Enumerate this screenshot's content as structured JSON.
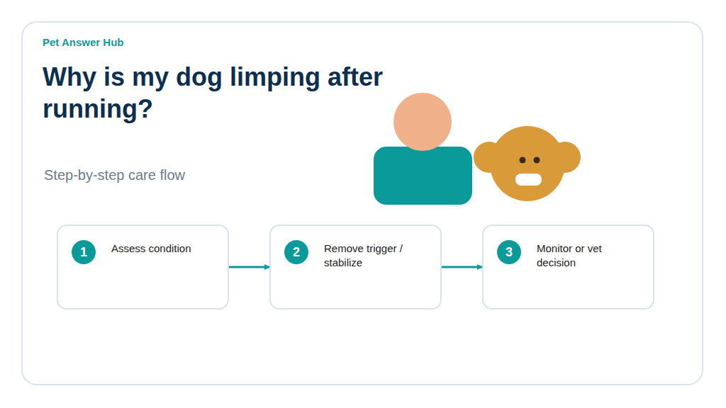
{
  "diagram": {
    "title": "Why is my dog limping after running?",
    "caption": "Step-by-step care flow",
    "nodes": [
      {
        "text": [
          "Assess condition"
        ]
      },
      {
        "text": [
          "1"
        ],
        "in": 0
      },
      {
        "text": [
          "Remove trigger / stabilize"
        ]
      },
      {
        "text": [
          "2"
        ],
        "in": 2
      },
      {
        "text": [
          "Monitor or vet decision"
        ]
      },
      {
        "text": [
          "3"
        ],
        "in": 4
      }
    ],
    "edges": [
      {
        "from": 0,
        "to": 2,
        "arrow": "to"
      },
      {
        "from": 2,
        "to": 4,
        "arrow": "to"
      }
    ],
    "labels": [
      "Pet Answer Hub"
    ]
  }
}
